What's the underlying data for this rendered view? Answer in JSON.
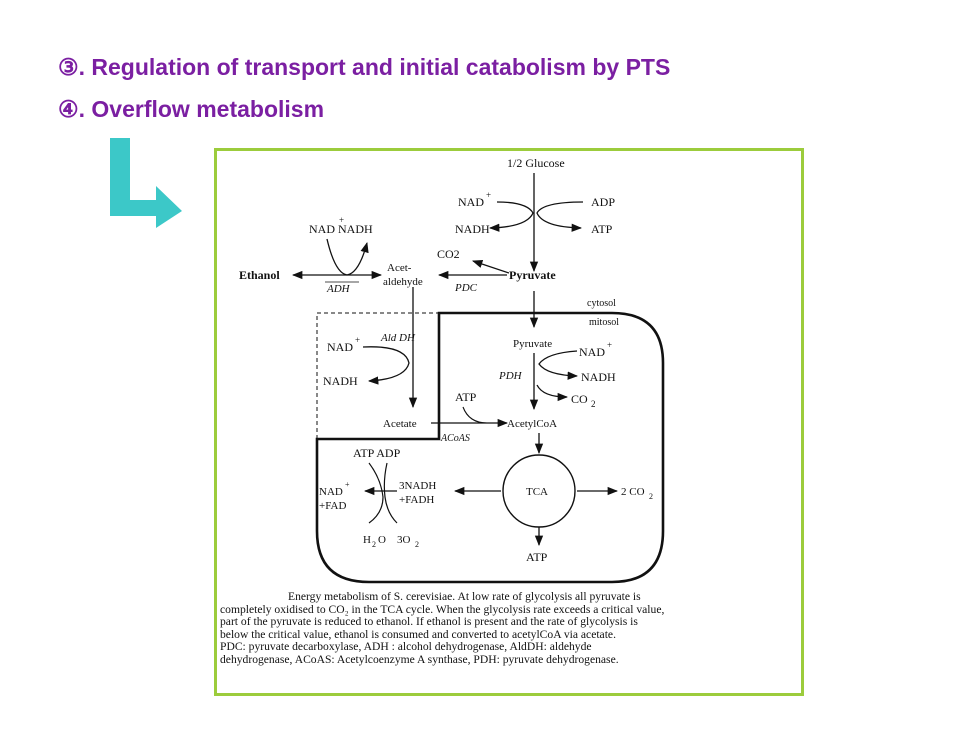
{
  "headings": [
    "③. Regulation of transport and initial catabolism by PTS",
    "④. Overflow metabolism"
  ],
  "colors": {
    "heading": "#7b1fa2",
    "arrow": "#3cc8c8",
    "frame_border": "#9ccc3c"
  },
  "icons": {
    "turn_arrow": "turn-right-arrow-icon"
  },
  "diagram": {
    "glucose": "1/2 Glucose",
    "nad_plus": "NAD",
    "plus": "+",
    "adp": "ADP",
    "nadh": "NADH",
    "atp": "ATP",
    "nad_nadh_left": "NAD NADH",
    "co2_top": "CO2",
    "ethanol": "Ethanol",
    "acet": "Acet-",
    "aldehyde": "aldehyde",
    "pyruvate": "Pyruvate",
    "adh": "ADH",
    "pdc": "PDC",
    "cytosol": "cytosol",
    "mitosol": "mitosol",
    "aldh": "Ald DH",
    "pyruvate_mito": "Pyruvate",
    "pdh": "PDH",
    "co2_mito": "CO",
    "sub2": "2",
    "acetate": "Acetate",
    "acetylcoa": "AcetylCoA",
    "acoas": "ACoAS",
    "atp_adp": "ATP ADP",
    "fad": "+FAD",
    "three_nadh": "3NADH",
    "fadh": "+FADH",
    "tca": "TCA",
    "two_co2": "2 CO",
    "h2o": "H",
    "h2o_o": "O",
    "three_o2": "3O"
  },
  "caption": {
    "lines": [
      "Energy metabolism of S. cerevisiae. At low rate of glycolysis all pyruvate is",
      "completely oxidised to CO₂ in the TCA cycle. When the glycolysis rate exceeds a critical value,",
      "part of the pyruvate is reduced to ethanol. If ethanol is present and the rate of glycolysis is",
      "below the critical value, ethanol is consumed and converted to acetylCoA via acetate.",
      "PDC: pyruvate decarboxylase, ADH : alcohol dehydrogenase, AldDH: aldehyde",
      "dehydrogenase, ACoAS: Acetylcoenzyme A synthase, PDH: pyruvate dehydrogenase."
    ]
  }
}
